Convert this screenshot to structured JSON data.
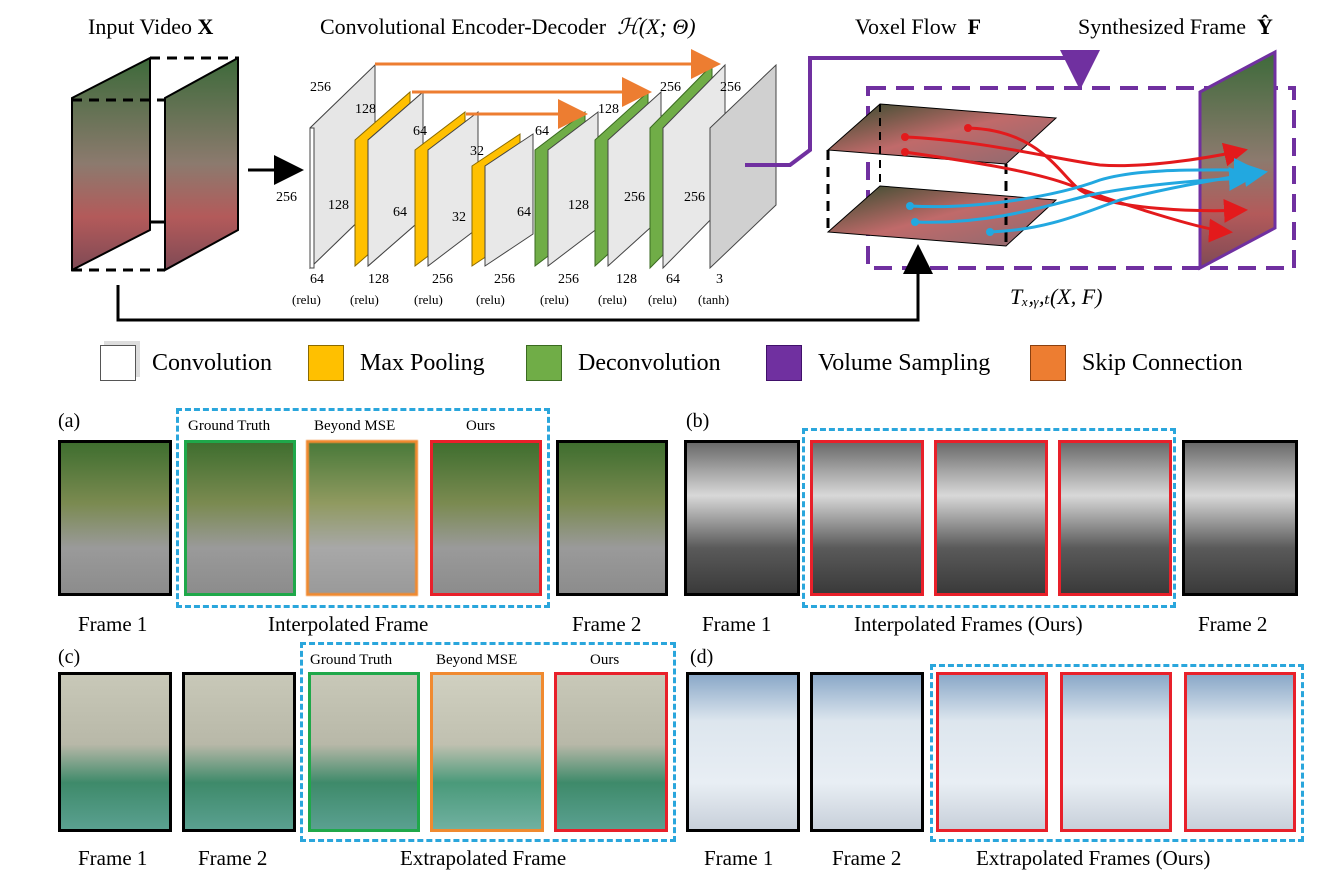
{
  "top": {
    "input_video": "Input Video",
    "input_symbol": "X",
    "encoder_title": "Convolutional Encoder-Decoder",
    "encoder_symbol": "ℋ(X; Θ)",
    "voxel_flow": "Voxel Flow",
    "voxel_symbol": "F",
    "synth_frame": "Synthesized Frame",
    "synth_symbol": "Ŷ",
    "sampling_func": "Tₓ,ᵧ,ₜ(X, F)"
  },
  "network": {
    "top_numbers": [
      "256",
      "128",
      "64",
      "32",
      "64",
      "128",
      "256",
      "256"
    ],
    "side_numbers": [
      "256",
      "128",
      "64",
      "32",
      "64",
      "128",
      "256",
      "256"
    ],
    "bottom_numbers": [
      "64",
      "128",
      "256",
      "256",
      "256",
      "128",
      "64",
      "3"
    ],
    "activations": [
      "(relu)",
      "(relu)",
      "(relu)",
      "(relu)",
      "(relu)",
      "(relu)",
      "(relu)",
      "(tanh)"
    ]
  },
  "legend": {
    "items": [
      {
        "label": "Convolution",
        "color": "#ffffff"
      },
      {
        "label": "Max Pooling",
        "color": "#ffc000"
      },
      {
        "label": "Deconvolution",
        "color": "#70ad47"
      },
      {
        "label": "Volume Sampling",
        "color": "#7030a0"
      },
      {
        "label": "Skip Connection",
        "color": "#ed7d31"
      }
    ]
  },
  "panels": {
    "a": {
      "tag": "(a)",
      "headers": [
        "Ground Truth",
        "Beyond MSE",
        "Ours"
      ],
      "caption_left": "Frame 1",
      "caption_mid": "Interpolated Frame",
      "caption_right": "Frame 2"
    },
    "b": {
      "tag": "(b)",
      "caption_left": "Frame 1",
      "caption_mid": "Interpolated Frames (Ours)",
      "caption_right": "Frame 2"
    },
    "c": {
      "tag": "(c)",
      "headers": [
        "Ground Truth",
        "Beyond MSE",
        "Ours"
      ],
      "caption_f1": "Frame 1",
      "caption_f2": "Frame 2",
      "caption_mid": "Extrapolated Frame"
    },
    "d": {
      "tag": "(d)",
      "caption_f1": "Frame 1",
      "caption_f2": "Frame 2",
      "caption_mid": "Extrapolated Frames (Ours)"
    }
  },
  "colors": {
    "ground_truth": "#1fa84a",
    "beyond_mse": "#f08a30",
    "ours": "#e8202a",
    "dashed_group": "#2aa6dc",
    "purple": "#7030a0",
    "skip": "#ed7d31",
    "flow_red": "#e31a1c",
    "flow_blue": "#22a8e0"
  }
}
